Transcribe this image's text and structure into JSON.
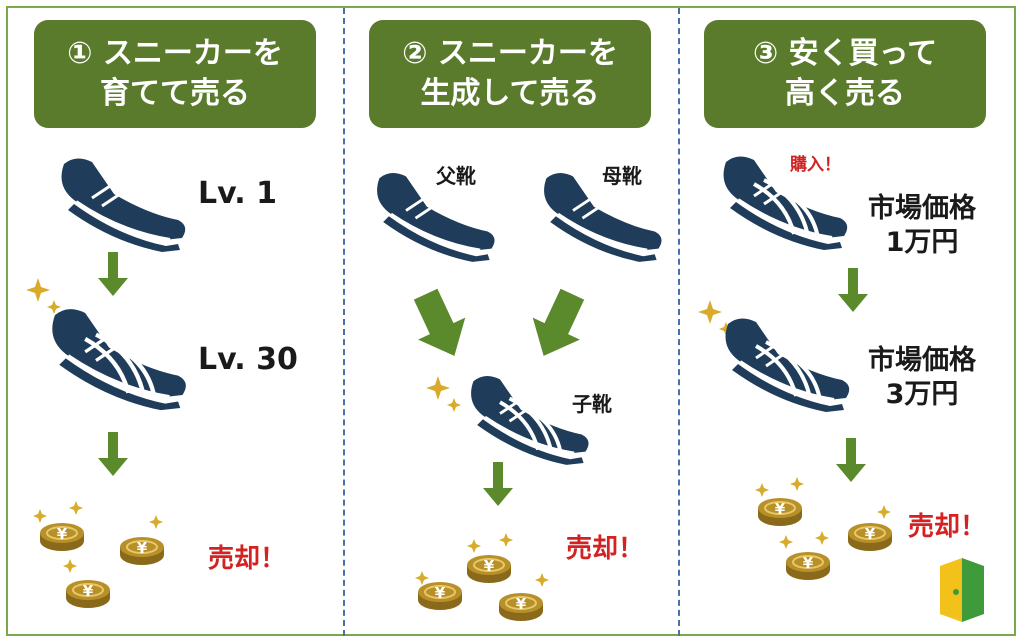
{
  "columns": [
    {
      "header": [
        "① スニーカーを",
        "育てて売る"
      ],
      "labels": {
        "lv1": "Lv. 1",
        "lv30": "Lv. 30",
        "sell": "売却！"
      }
    },
    {
      "header": [
        "② スニーカーを",
        "生成して売る"
      ],
      "labels": {
        "father": "父靴",
        "mother": "母靴",
        "child": "子靴",
        "sell": "売却！"
      }
    },
    {
      "header": [
        "③ 安く買って",
        "高く売る"
      ],
      "labels": {
        "buy": "購入！",
        "price1": [
          "市場価格",
          "1万円"
        ],
        "price2": [
          "市場価格",
          "3万円"
        ],
        "sell": "売却！"
      }
    }
  ],
  "icons": {
    "sneaker": "sneaker-icon",
    "sparkle": "sparkle-icon",
    "coin": "yen-coin-icon",
    "arrow": "down-arrow-icon"
  },
  "coin_symbol": "¥",
  "colors": {
    "header_bg": "#5b7b2c",
    "arrow": "#5b8a2d",
    "shoe": "#1f3d5a",
    "coin": "#b8902a",
    "sparkle": "#d9ab2a",
    "sell_text": "#d32222",
    "frame": "#7aa84a",
    "divider": "#4a70a8"
  }
}
